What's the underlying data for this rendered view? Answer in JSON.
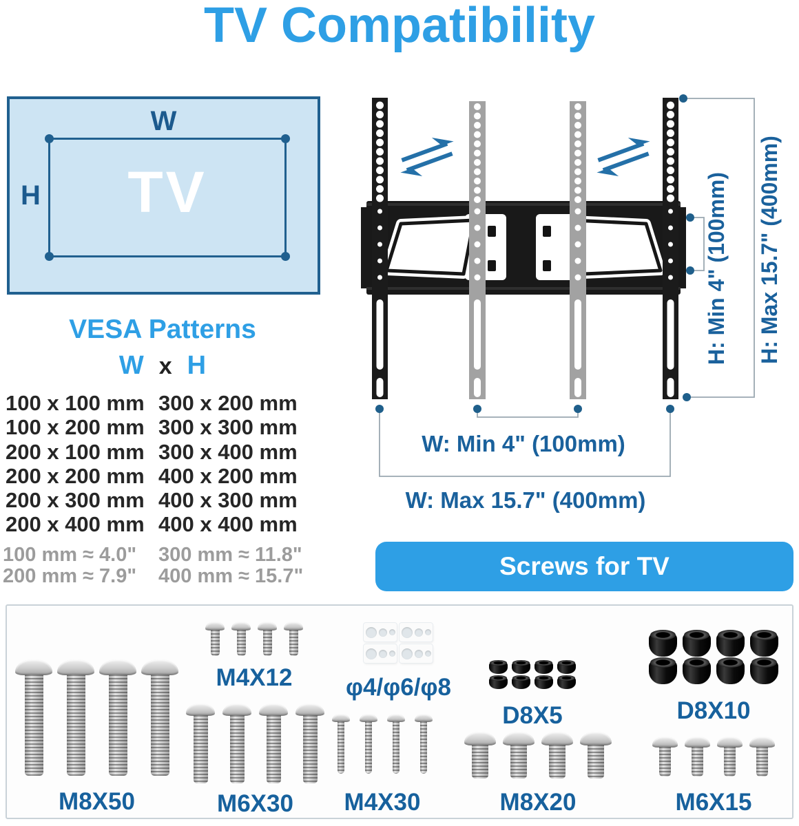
{
  "title": "TV Compatibility",
  "accent_blue": "#2e9fe5",
  "dark_blue": "#17619d",
  "tv_diagram": {
    "width_label": "W",
    "height_label": "H",
    "screen_label": "TV"
  },
  "vesa": {
    "title": "VESA Patterns",
    "header_w": "W",
    "header_x": "x",
    "header_h": "H",
    "sizes_left": [
      "100 x 100 mm",
      "100 x 200 mm",
      "200 x 100 mm",
      "200 x 200 mm",
      "200 x 300 mm",
      "200 x 400 mm"
    ],
    "sizes_right": [
      "300 x 200 mm",
      "300 x 300 mm",
      "300 x 400 mm",
      "400 x 200 mm",
      "400 x 300 mm",
      "400 x 400 mm"
    ],
    "conversions_left": [
      "100 mm ≈ 4.0\"",
      "200 mm ≈ 7.9\""
    ],
    "conversions_right": [
      "300 mm ≈ 11.8\"",
      "400 mm ≈ 15.7\""
    ]
  },
  "bracket": {
    "h_min": "H:  Min 4\" (100mm)",
    "h_max": "H:  Max 15.7\" (400mm)",
    "w_min": "W:  Min 4\" (100mm)",
    "w_max": "W:  Max 15.7\" (400mm)"
  },
  "screws_section": {
    "button_label": "Screws for TV",
    "items": [
      {
        "id": "m8x50",
        "label": "M8X50"
      },
      {
        "id": "m4x12",
        "label": "M4X12"
      },
      {
        "id": "phi",
        "label": "φ4/φ6/φ8"
      },
      {
        "id": "m6x30",
        "label": "M6X30"
      },
      {
        "id": "m4x30",
        "label": "M4X30"
      },
      {
        "id": "d8x5",
        "label": "D8X5"
      },
      {
        "id": "d8x10",
        "label": "D8X10"
      },
      {
        "id": "m8x20",
        "label": "M8X20"
      },
      {
        "id": "m6x15",
        "label": "M6X15"
      }
    ]
  }
}
